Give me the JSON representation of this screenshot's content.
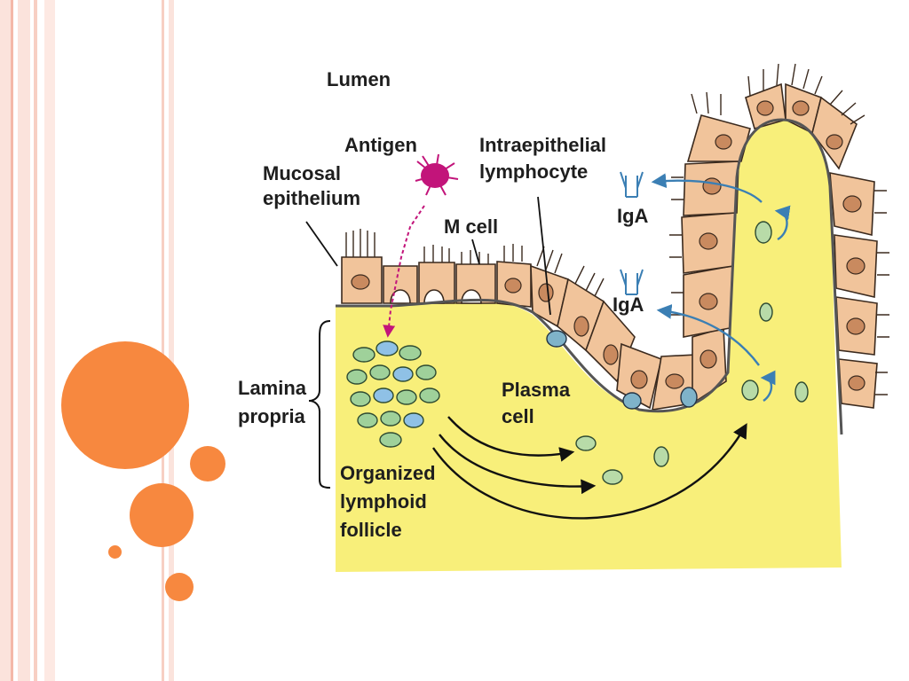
{
  "slide": {
    "accent_colors": {
      "stripe_light": "#fbe3dc",
      "stripe_mid": "#f4b8a8",
      "circles": "#f7883f",
      "lamina": "#f8ef7a",
      "cell_fill": "#f1c49b",
      "nucleus": "#c98a5f",
      "antigen": "#c2147a",
      "iga_blue": "#3b7fb4"
    }
  },
  "diagram": {
    "labels": {
      "lumen": "Lumen",
      "antigen": "Antigen",
      "mucosal_1": "Mucosal",
      "mucosal_2": "epithelium",
      "intra_1": "Intraepithelial",
      "intra_2": "lymphocyte",
      "m_cell": "M cell",
      "iga_upper": "IgA",
      "iga_lower": "IgA",
      "lamina_1": "Lamina",
      "lamina_2": "propria",
      "plasma_1": "Plasma",
      "plasma_2": "cell",
      "follicle_1": "Organized",
      "follicle_2": "lymphoid",
      "follicle_3": "follicle"
    }
  }
}
